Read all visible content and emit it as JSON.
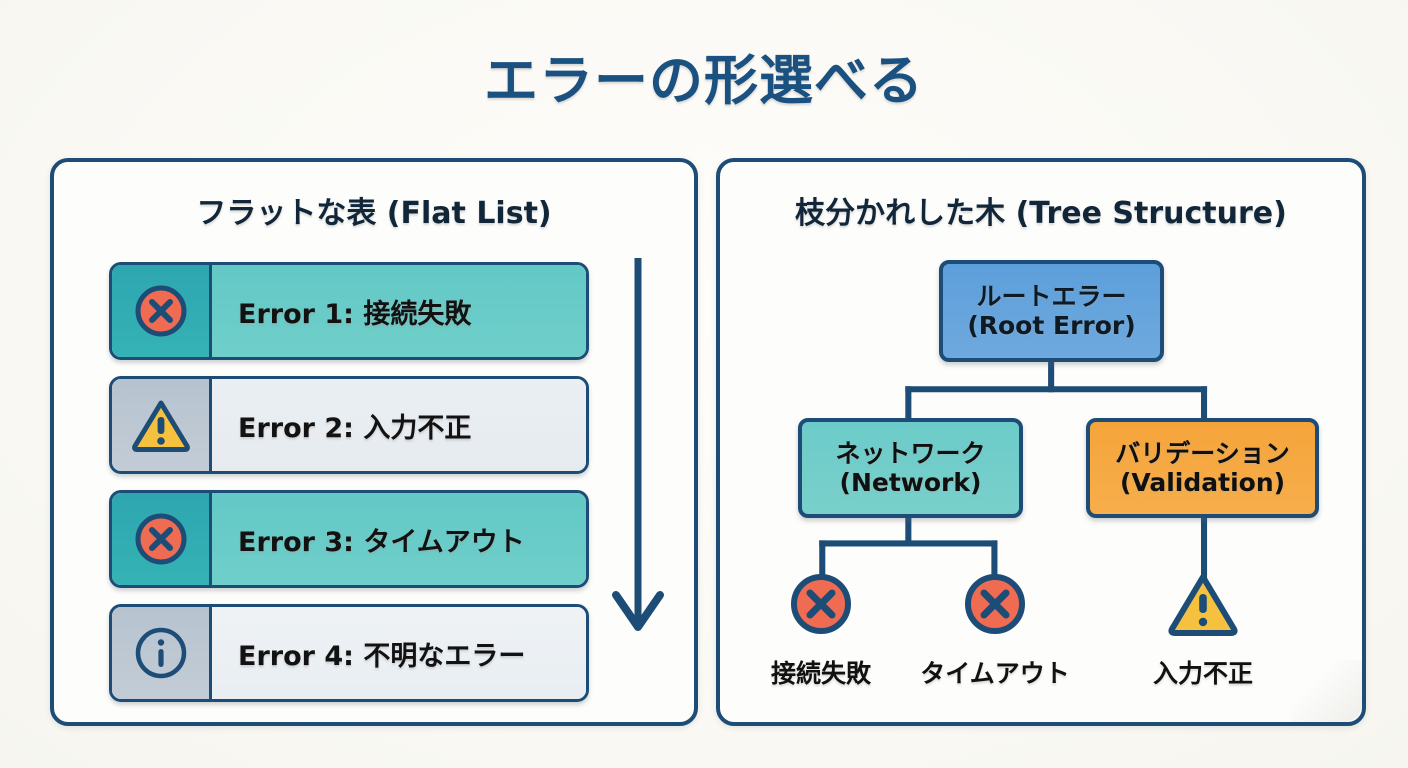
{
  "page": {
    "title": "エラーの形選べる",
    "background_color": "#faf9f4",
    "accent_color": "#1d4d77",
    "title_color": "#1b5180"
  },
  "flat_panel": {
    "heading": "フラットな表 (Flat List)",
    "arrow_icon": "arrow-down-icon",
    "rows": [
      {
        "icon": "error-circle-x-icon",
        "severity": "error",
        "label": "Error 1: 接続失敗",
        "icon_color": "#ef6b52",
        "row_color": "#63c8c6"
      },
      {
        "icon": "warning-triangle-icon",
        "severity": "warning",
        "label": "Error 2: 入力不正",
        "icon_color": "#f5c13f",
        "row_color": "#eaeff3"
      },
      {
        "icon": "error-circle-x-icon",
        "severity": "error",
        "label": "Error 3: タイムアウト",
        "icon_color": "#ef6b52",
        "row_color": "#63c8c6"
      },
      {
        "icon": "info-circle-icon",
        "severity": "info",
        "label": "Error 4: 不明なエラー",
        "icon_color": "#1d4d77",
        "row_color": "#eef2f5"
      }
    ]
  },
  "tree_panel": {
    "heading": "枝分かれした木 (Tree Structure)",
    "root": {
      "line1": "ルートエラー",
      "line2": "(Root Error)",
      "color": "#5d9fdb"
    },
    "branches": [
      {
        "line1": "ネットワーク",
        "line2": "(Network)",
        "color": "#6ccbc9"
      },
      {
        "line1": "バリデーション",
        "line2": "(Validation)",
        "color": "#f5a43a"
      }
    ],
    "leaves": [
      {
        "icon": "error-circle-x-icon",
        "label": "接続失敗",
        "icon_color": "#ef6b52",
        "parent": "ネットワーク"
      },
      {
        "icon": "error-circle-x-icon",
        "label": "タイムアウト",
        "icon_color": "#ef6b52",
        "parent": "ネットワーク"
      },
      {
        "icon": "warning-triangle-icon",
        "label": "入力不正",
        "icon_color": "#f5c13f",
        "parent": "バリデーション"
      }
    ]
  }
}
